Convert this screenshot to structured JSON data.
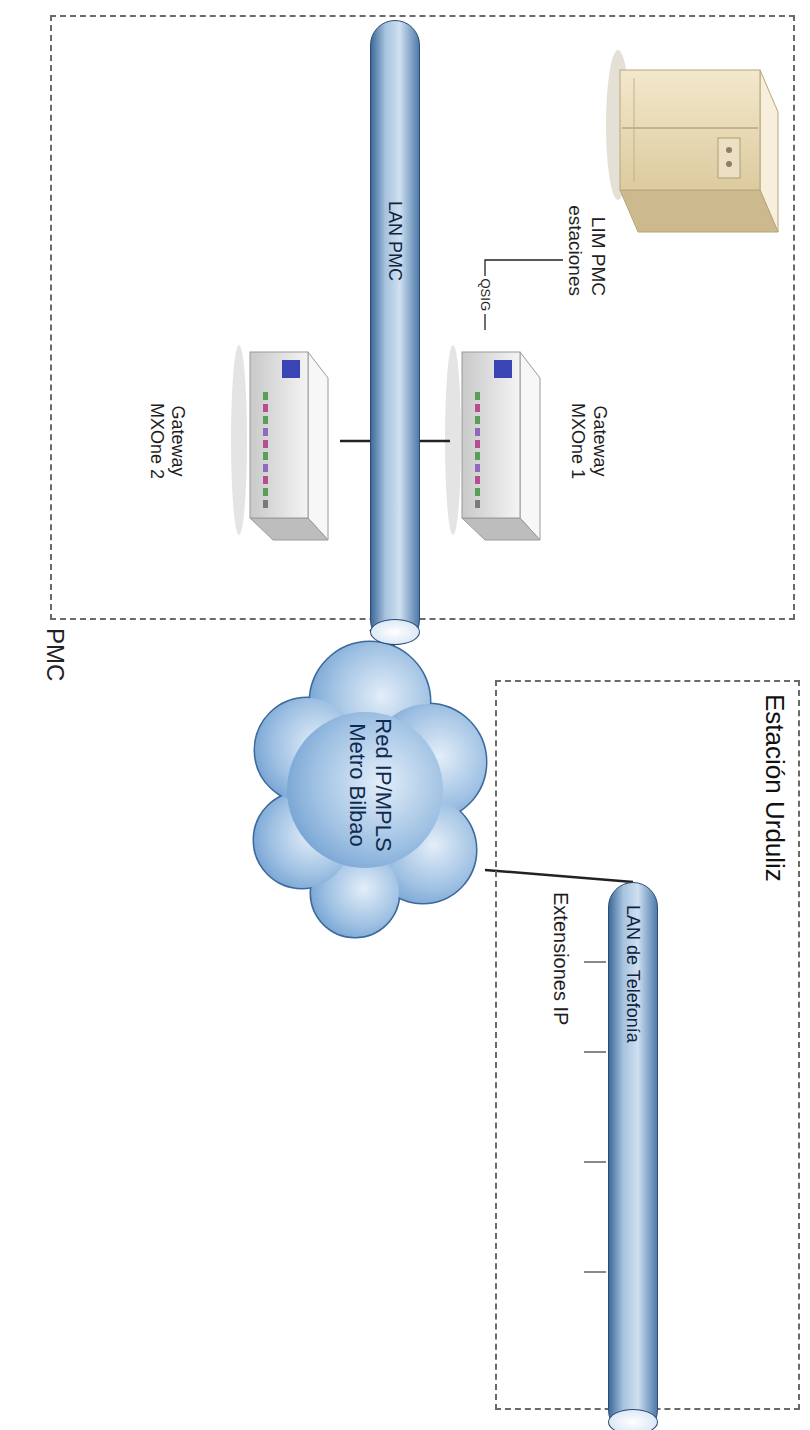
{
  "diagram": {
    "nodes": [
      {
        "text": [
          "PMC"
        ]
      },
      {
        "text": [
          "LIM PMC estaciones"
        ],
        "in": 0
      },
      {
        "text": [
          "Gateway MXOne 1"
        ],
        "in": 0
      },
      {
        "text": [
          "LAN PMC"
        ],
        "in": 0
      },
      {
        "text": [
          "Gateway MXOne 2"
        ],
        "in": 0
      },
      {
        "text": [
          "Red IP/MPLS Metro Bilbao"
        ]
      },
      {
        "text": [
          "Estación Urduliz"
        ]
      },
      {
        "text": [
          "LAN de Telefonía"
        ],
        "in": 6
      }
    ],
    "edges": [
      {
        "from": 1,
        "to": 2,
        "label": "QSIG",
        "arrow": "none"
      },
      {
        "from": 2,
        "to": 3,
        "arrow": "none"
      },
      {
        "from": 4,
        "to": 3,
        "arrow": "none"
      },
      {
        "from": 3,
        "to": 5,
        "arrow": "none"
      },
      {
        "from": 5,
        "to": 7,
        "arrow": "none"
      }
    ],
    "labels": [
      "Extensiones IP"
    ]
  }
}
